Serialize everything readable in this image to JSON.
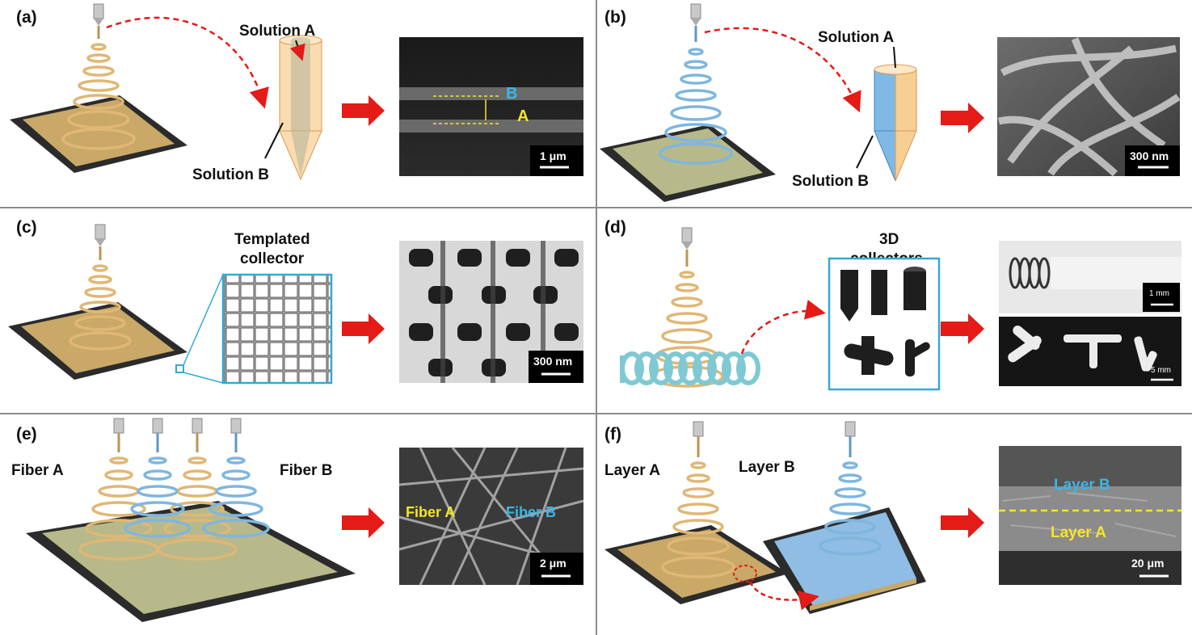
{
  "colors": {
    "fiber_a": "#e8c48a",
    "fiber_b": "#7fb6de",
    "fiber_3d": "#9fd6de",
    "arrow": "#e41b17",
    "dashed": "#e41b17",
    "inner_label": "#f5e52a",
    "blue_label": "#3fb4e4",
    "frame_blue": "#35a8d6",
    "divider": "#8c8c8c"
  },
  "panels": {
    "a": {
      "label": "(a)",
      "solution_a": "Solution A",
      "solution_b": "Solution B",
      "mark_b": "B",
      "mark_a": "A",
      "scale": "1 μm"
    },
    "b": {
      "label": "(b)",
      "solution_a": "Solution A",
      "solution_b": "Solution B",
      "scale": "300 nm"
    },
    "c": {
      "label": "(c)",
      "collector_line1": "Templated",
      "collector_line2": "collector",
      "scale": "300 nm"
    },
    "d": {
      "label": "(d)",
      "collector_line1": "3D",
      "collector_line2": "collectors",
      "scale_top": "1 mm",
      "scale_bottom": "5 mm"
    },
    "e": {
      "label": "(e)",
      "fiber_a": "Fiber A",
      "fiber_b": "Fiber B",
      "sem_fiber_a": "Fiber A",
      "sem_fiber_b": "Fiber B",
      "scale": "2 μm"
    },
    "f": {
      "label": "(f)",
      "layer_a": "Layer A",
      "layer_b": "Layer B",
      "sem_layer_b": "Layer B",
      "sem_layer_a": "Layer A",
      "scale": "20 μm"
    }
  }
}
